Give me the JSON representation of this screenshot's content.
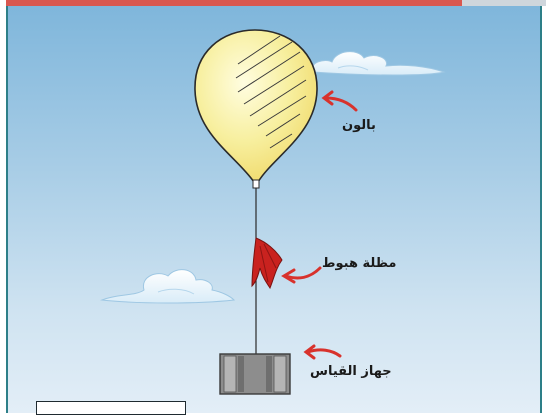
{
  "labels": {
    "balloon": "بالون",
    "parachute": "مظلة هبوط",
    "instrument": "جهاز القياس"
  },
  "colors": {
    "accent_red": "#d9574f",
    "border_teal": "#2d7f88",
    "balloon_fill": "#f6ec9a",
    "arrow_red": "#d8322c",
    "parachute_red": "#c9221f",
    "box_gray": "#8d8d8d"
  },
  "icons": [
    "balloon-icon",
    "parachute-icon",
    "instrument-box-icon",
    "cloud-icon",
    "pointer-arrow-icon"
  ]
}
